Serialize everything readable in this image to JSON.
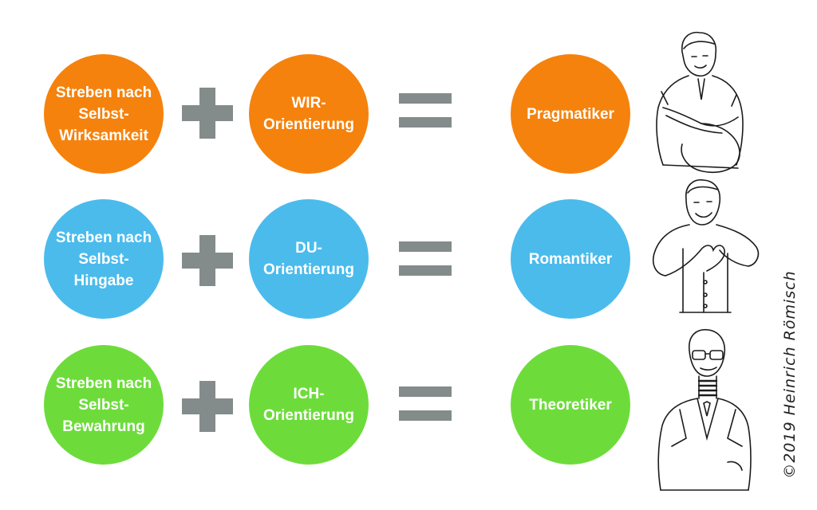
{
  "colors": {
    "orange": "#f5820d",
    "blue": "#4bbbec",
    "green": "#6ddc3b",
    "operator": "#838c8a"
  },
  "rows": [
    {
      "striving": "Streben nach\nSelbst-\nWirksamkeit",
      "orientation": "WIR-\nOrientierung",
      "result": "Pragmatiker",
      "figure_icon": "pragmatiker-sketch-icon"
    },
    {
      "striving": "Streben nach\nSelbst-\nHingabe",
      "orientation": "DU-\nOrientierung",
      "result": "Romantiker",
      "figure_icon": "romantiker-heart-hands-sketch-icon"
    },
    {
      "striving": "Streben nach\nSelbst-\nBewahrung",
      "orientation": "ICH-\nOrientierung",
      "result": "Theoretiker",
      "figure_icon": "theoretiker-glasses-sketch-icon"
    }
  ],
  "operators": {
    "plus_icon": "plus-icon",
    "equals_icon": "equals-icon"
  },
  "copyright": "©2019 Heinrich Römisch"
}
